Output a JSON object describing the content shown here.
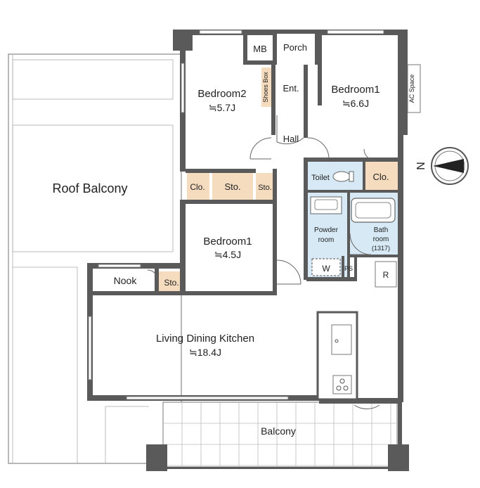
{
  "rooms": {
    "roof_balcony": {
      "name": "Roof Balcony"
    },
    "bedroom2": {
      "name": "Bedroom2",
      "area": "≒5.7J"
    },
    "bedroom1_top": {
      "name": "Bedroom1",
      "area": "≒6.6J"
    },
    "bedroom1_mid": {
      "name": "Bedroom1",
      "area": "≒4.5J"
    },
    "ldk": {
      "name": "Living Dining Kitchen",
      "area": "≒18.4J"
    },
    "balcony": {
      "name": "Balcony"
    },
    "mb": {
      "name": "MB"
    },
    "porch": {
      "name": "Porch"
    },
    "shoes_box": {
      "name": "Shoes Box"
    },
    "entrance": {
      "name": "Ent."
    },
    "hall": {
      "name": "Hall"
    },
    "ac_space": {
      "name": "AC Space"
    },
    "toilet": {
      "name": "Toilet"
    },
    "closet_right": {
      "name": "Clo."
    },
    "closet_left": {
      "name": "Clo."
    },
    "storage_1": {
      "name": "Sto."
    },
    "storage_2": {
      "name": "Sto."
    },
    "storage_nook": {
      "name": "Sto."
    },
    "nook": {
      "name": "Nook"
    },
    "powder_room": {
      "line1": "Powder",
      "line2": "room"
    },
    "bathroom": {
      "line1": "Bath",
      "line2": "room",
      "size": "(1317)"
    },
    "washer": {
      "name": "W"
    },
    "ps": {
      "name": "PS"
    },
    "refrigerator": {
      "name": "R"
    }
  },
  "compass": {
    "label": "N"
  },
  "colors": {
    "wall": "#5a5a5a",
    "storage_fill": "#f6dcbf",
    "wet_area_fill": "#d6e9f5",
    "balcony_grid": "#bbbbbb"
  }
}
